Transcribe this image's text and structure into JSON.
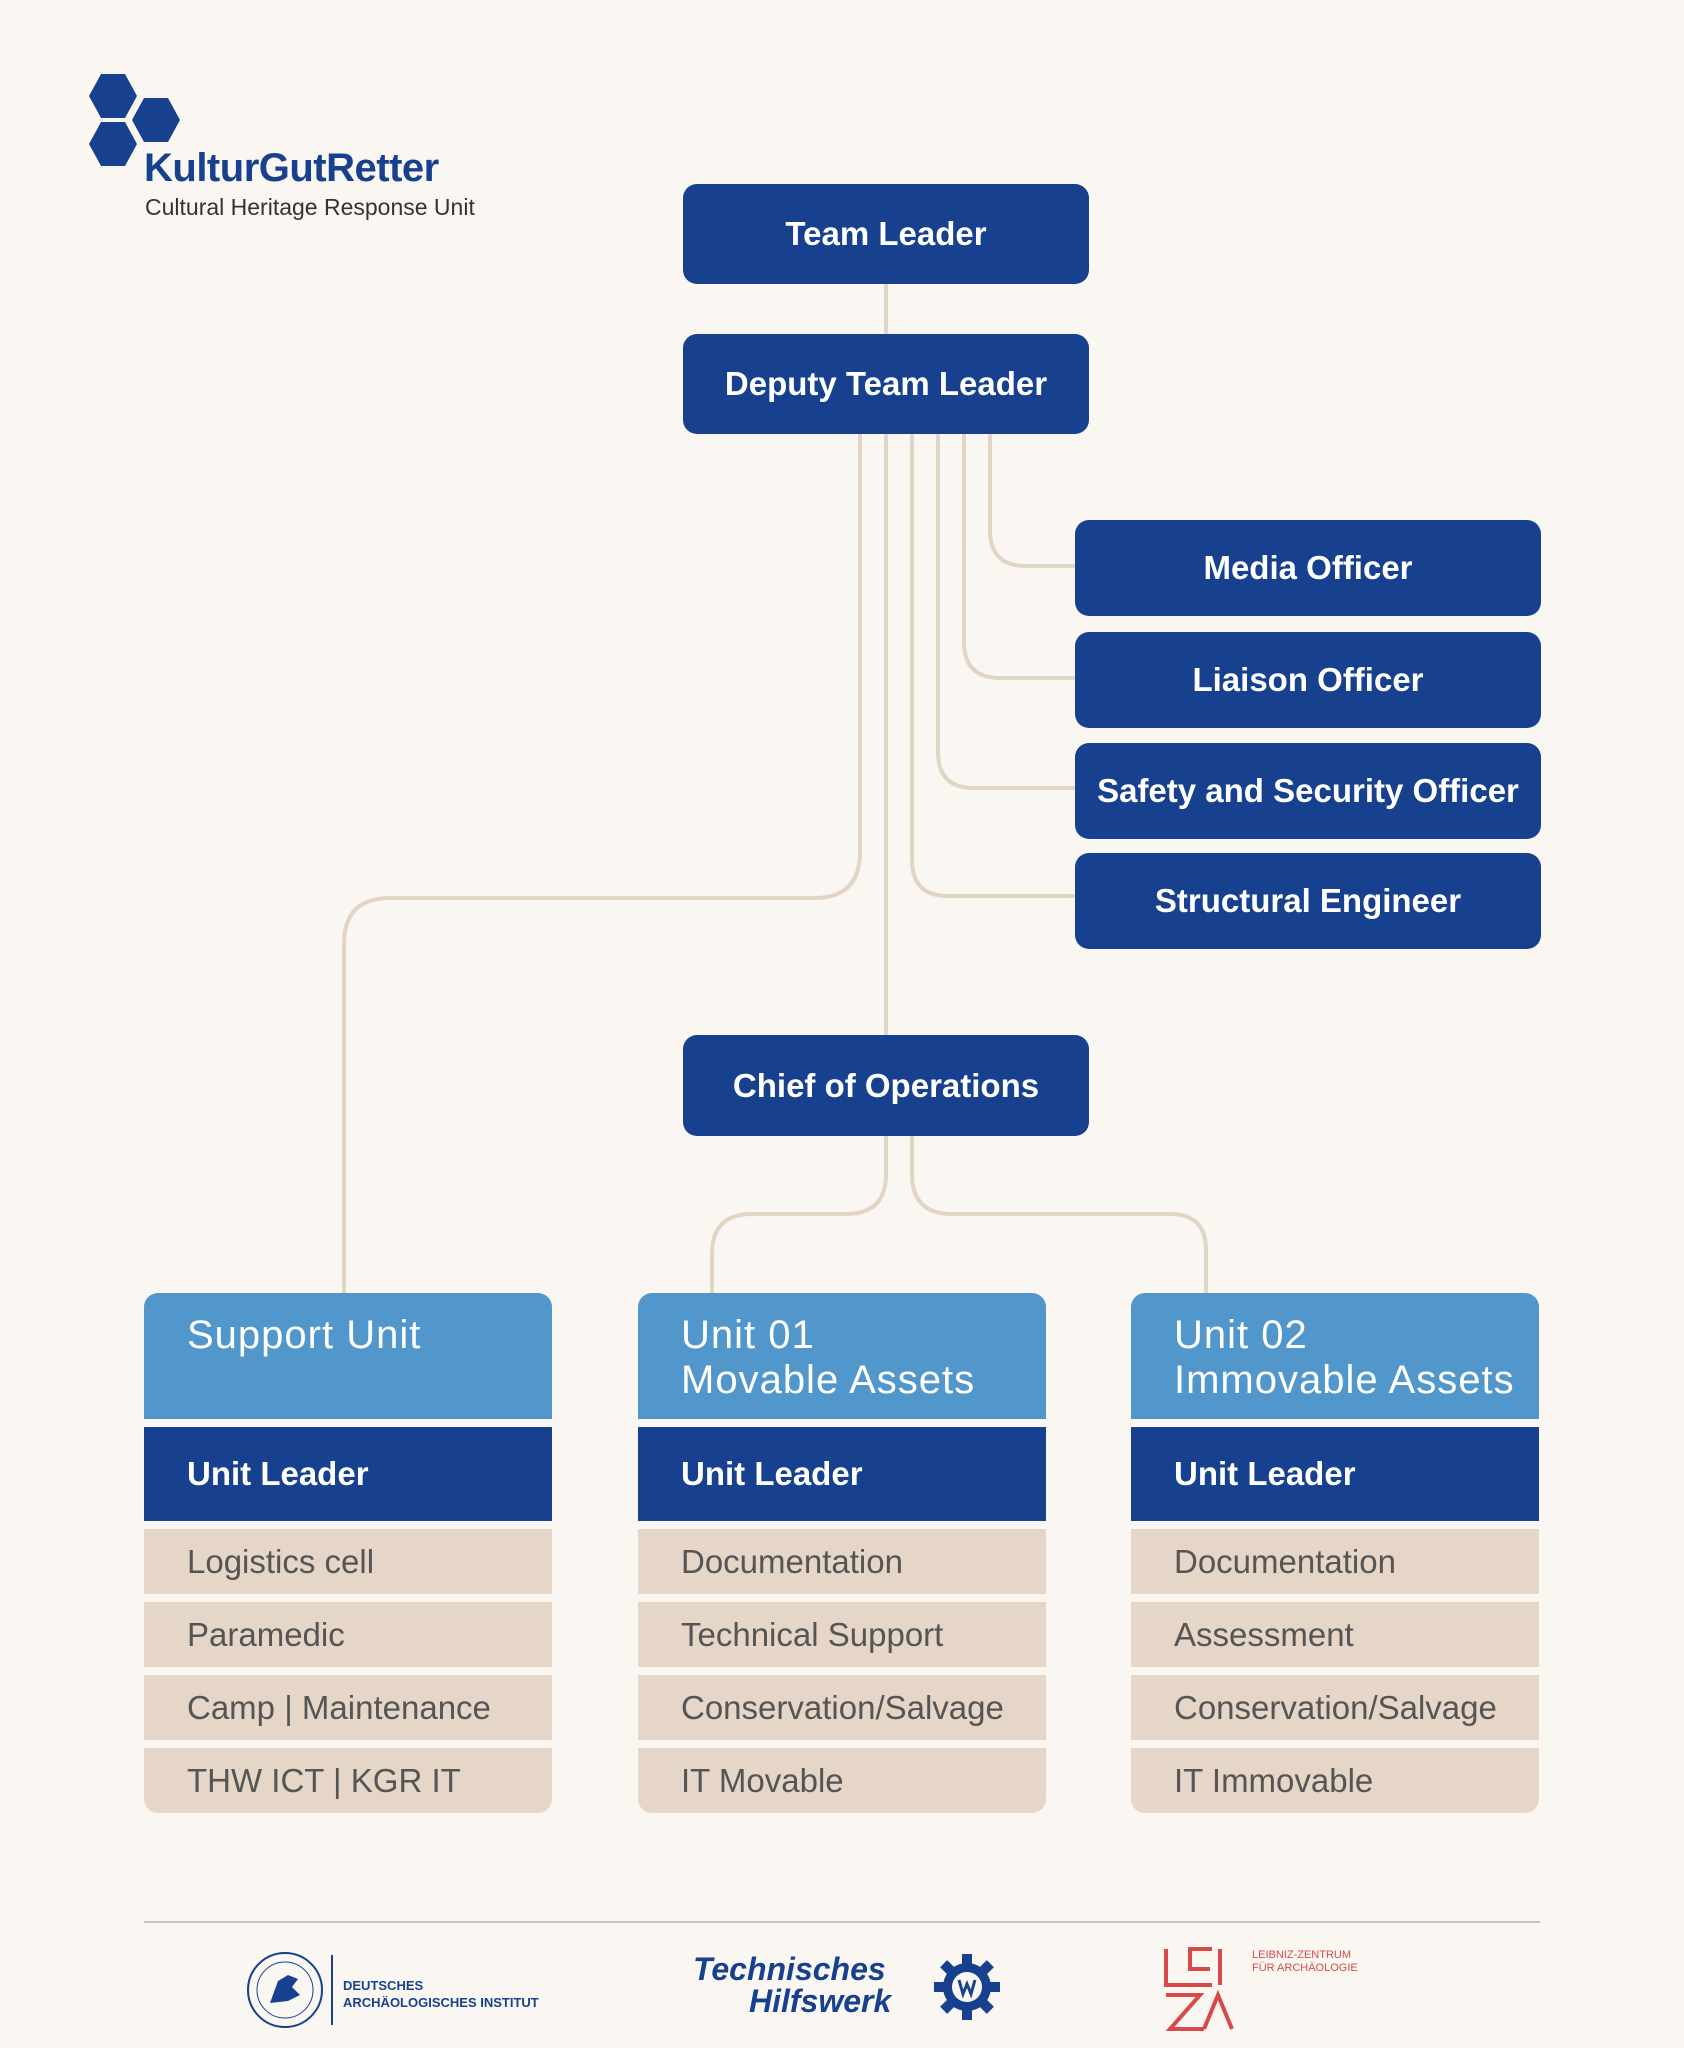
{
  "logo": {
    "title": "KulturGutRetter",
    "subtitle": "Cultural Heritage Response Unit"
  },
  "org": {
    "team_leader": "Team Leader",
    "deputy": "Deputy Team Leader",
    "staff": [
      "Media Officer",
      "Liaison Officer",
      "Safety and Security Officer",
      "Structural Engineer"
    ],
    "chief": "Chief of Operations"
  },
  "units": [
    {
      "title": [
        "Support Unit"
      ],
      "leader": "Unit Leader",
      "items": [
        "Logistics cell",
        "Paramedic",
        "Camp | Maintenance",
        "THW ICT | KGR IT"
      ]
    },
    {
      "title": [
        "Unit 01",
        "Movable Assets"
      ],
      "leader": "Unit Leader",
      "items": [
        "Documentation",
        "Technical Support",
        "Conservation/Salvage",
        "IT Movable"
      ]
    },
    {
      "title": [
        "Unit 02",
        "Immovable Assets"
      ],
      "leader": "Unit Leader",
      "items": [
        "Documentation",
        "Assessment",
        "Conservation/Salvage",
        "IT Immovable"
      ]
    }
  ],
  "footer": {
    "dai": [
      "DEUTSCHES",
      "ARCHÄOLOGISCHES INSTITUT"
    ],
    "thw": [
      "Technisches",
      "Hilfswerk"
    ],
    "leiza": [
      "LEIBNIZ-ZENTRUM",
      "FÜR ARCHÄOLOGIE"
    ]
  },
  "colors": {
    "dark_blue": "#17418f",
    "light_blue": "#5297cb",
    "beige": "#e5d6c8",
    "connector": "#e3d5c4",
    "background": "#faf7f3"
  }
}
